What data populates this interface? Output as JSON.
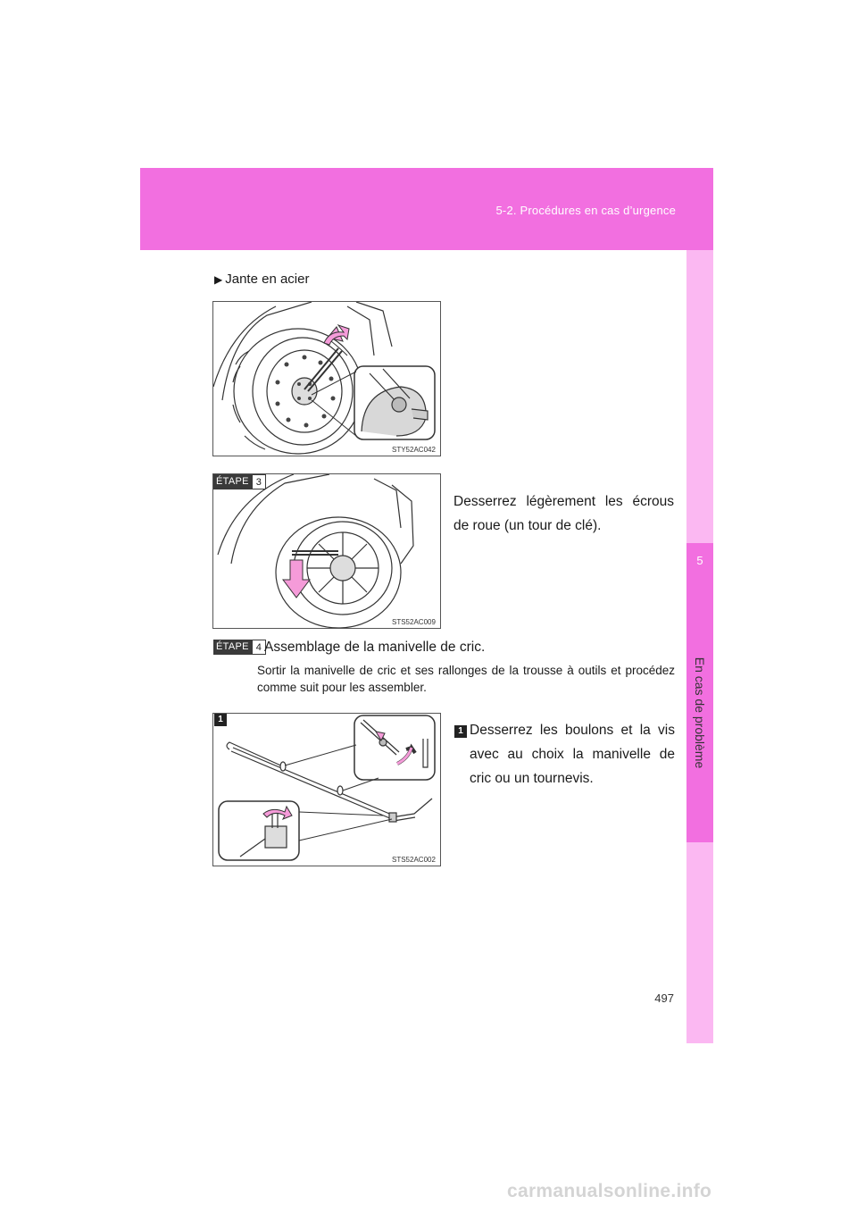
{
  "header": {
    "section_title": "5-2. Procédures en cas d’urgence"
  },
  "side_tab": {
    "chapter_number": "5",
    "chapter_title": "En cas de problème"
  },
  "steel_wheel": {
    "heading": "Jante en acier",
    "figure_code": "STY52AC042"
  },
  "step3": {
    "badge_word": "ÉTAPE",
    "badge_num": "3",
    "text": "Desserrez légèrement les écrous de roue (un tour de clé).",
    "figure_code": "STS52AC009"
  },
  "step4": {
    "badge_word": "ÉTAPE",
    "badge_num": "4",
    "title": "Assemblage de la manivelle de cric.",
    "description": "Sortir la manivelle de cric et ses rallonges de la trousse à outils et procédez comme suit pour les assembler.",
    "sub1_num": "1",
    "sub1_text": "Desserrez les boulons et la vis avec au choix la manivelle de cric ou un tournevis.",
    "figure_badge": "1",
    "figure_code": "STS52AC002"
  },
  "page_number": "497",
  "footer": {
    "watermark": "carmanualsonline.info"
  },
  "colors": {
    "header_pink": "#f26fe0",
    "tab_light_pink": "#fbb8f2",
    "arrow_pink": "#f59bd9"
  }
}
